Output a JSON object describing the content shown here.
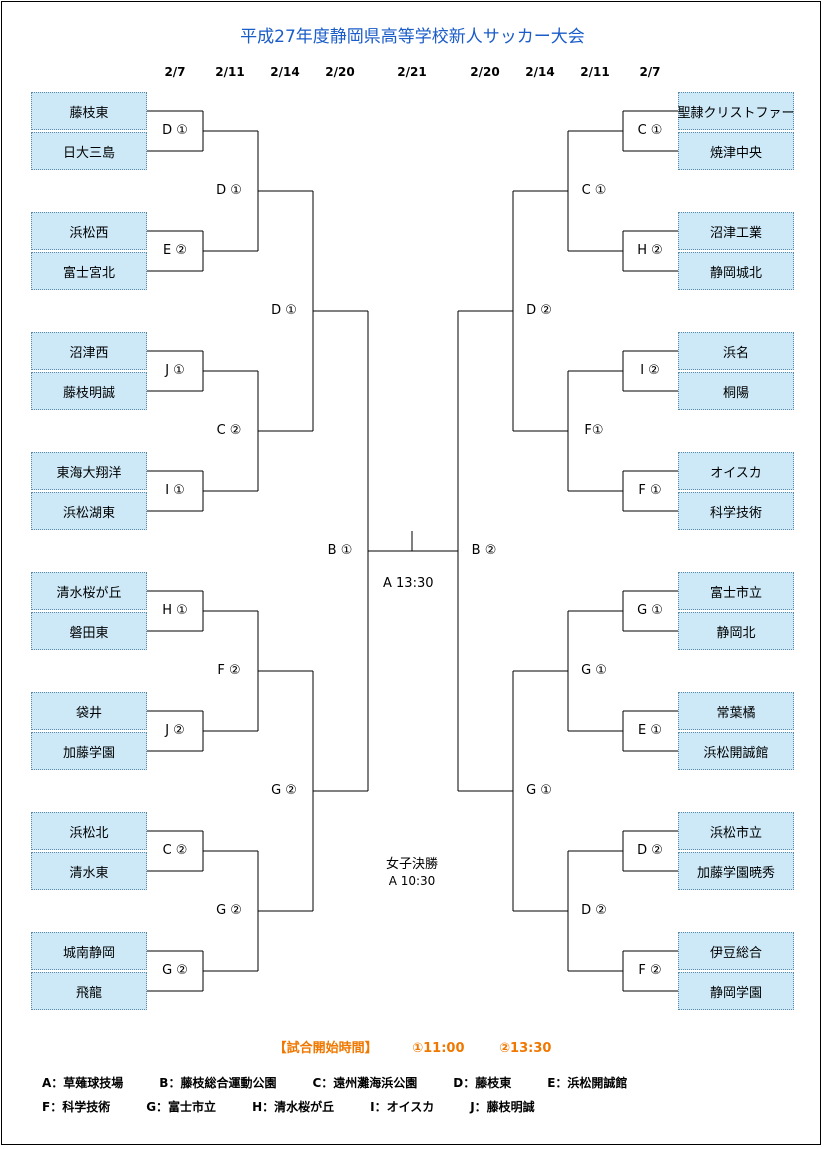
{
  "title": "平成27年度静岡県高等学校新人サッカー大会",
  "dates": [
    "2/7",
    "2/11",
    "2/14",
    "2/20",
    "2/21",
    "2/20",
    "2/14",
    "2/11",
    "2/7"
  ],
  "left_teams": [
    "藤枝東",
    "日大三島",
    "浜松西",
    "富士宮北",
    "沼津西",
    "藤枝明誠",
    "東海大翔洋",
    "浜松湖東",
    "清水桜が丘",
    "磐田東",
    "袋井",
    "加藤学園",
    "浜松北",
    "清水東",
    "城南静岡",
    "飛龍"
  ],
  "right_teams": [
    "聖隷クリストファー",
    "焼津中央",
    "沼津工業",
    "静岡城北",
    "浜名",
    "桐陽",
    "オイスカ",
    "科学技術",
    "富士市立",
    "静岡北",
    "常葉橘",
    "浜松開誠館",
    "浜松市立",
    "加藤学園暁秀",
    "伊豆総合",
    "静岡学園"
  ],
  "left_r1": [
    "D ①",
    "E ②",
    "J ①",
    "I ①",
    "H ①",
    "J ②",
    "C ②",
    "G ②"
  ],
  "left_r2": [
    "D ①",
    "C ②",
    "F ②",
    "G ②"
  ],
  "left_r3": [
    "D ①",
    "G ②"
  ],
  "left_semi": "B ①",
  "right_r1": [
    "C ①",
    "H ②",
    "I ②",
    "F ①",
    "G ①",
    "E ①",
    "D ②",
    "F ②"
  ],
  "right_r2": [
    "C ①",
    "F①",
    "G ①",
    "D ②"
  ],
  "right_r3": [
    "D ②",
    "G ①"
  ],
  "right_semi": "B ②",
  "final_time": "A  13:30",
  "women_final": {
    "label": "女子決勝",
    "time": "A  10:30"
  },
  "legend": {
    "heading": "【試合開始時間】",
    "t1": "①11:00",
    "t2": "②13:30",
    "color": "#f07800"
  },
  "venues_row1": [
    "A：草薙球技場",
    "B：藤枝総合運動公園",
    "C：遠州灘海浜公園",
    "D：藤枝東",
    "E：浜松開誠館"
  ],
  "venues_row2": [
    "F：科学技術",
    "G：富士市立",
    "H：清水桜が丘",
    "I：オイスカ",
    "J：藤枝明誠"
  ],
  "colors": {
    "title": "#1a5cc8",
    "team_bg": "#cde9f8"
  }
}
